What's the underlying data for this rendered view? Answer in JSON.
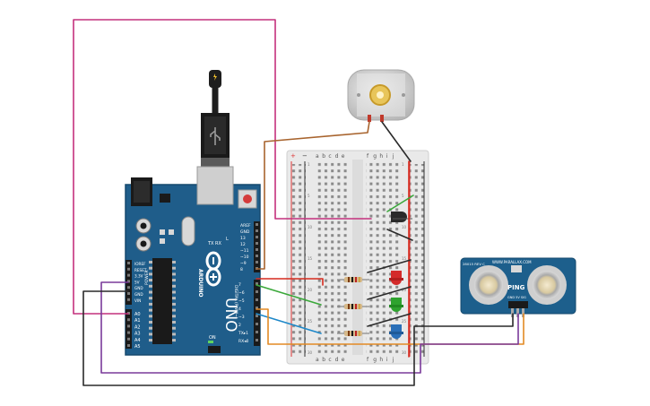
{
  "arduino": {
    "brand": "ARDUINO",
    "model": "UNO",
    "on_label": "ON",
    "tx_label": "TX",
    "rx_label": "RX",
    "l_label": "L",
    "digital_label": "DIGITAL (PWM~)",
    "power_label": "POWER",
    "analog_label": "ANALOG IN",
    "ioref": "IOREF",
    "reset": "RESET",
    "v33": "3.3V",
    "v5": "5V",
    "gnd1": "GND",
    "gnd2": "GND",
    "vin": "VIN",
    "analog_pins": [
      "A0",
      "A1",
      "A2",
      "A3",
      "A4",
      "A5"
    ],
    "top_pins": [
      "AREF",
      "GND",
      "13",
      "12",
      "~11",
      "~10",
      "~9",
      "8"
    ],
    "low_pins": [
      "7",
      "~6",
      "~5",
      "4",
      "~3",
      "2",
      "TX▸1",
      "RX◂0"
    ]
  },
  "breadboard": {
    "cols_left": [
      "a",
      "b",
      "c",
      "d",
      "e"
    ],
    "cols_right": [
      "f",
      "g",
      "h",
      "i",
      "j"
    ],
    "rail_plus": "+",
    "rail_minus": "−",
    "row_numbers": [
      "1",
      "5",
      "10",
      "15",
      "20",
      "25",
      "30"
    ]
  },
  "sensor": {
    "name": "PING",
    "website": "WWW.PARALLAX.COM",
    "pins_label": "GND 5V SIG",
    "part": "28015 REV C"
  },
  "colors": {
    "board": "#1f5d8a",
    "wire_pink": "#c4307d",
    "wire_brown": "#a8642e",
    "wire_red": "#d62a1e",
    "wire_green": "#3aa83a",
    "wire_blue": "#1e88c9",
    "wire_orange": "#e38a24",
    "wire_purple": "#7a3a9a",
    "wire_black": "#2a2a2a",
    "led_red": "#d42a2a",
    "led_green": "#2ea32e",
    "led_blue": "#2a6fb8",
    "sensor_board": "#1d5f8c"
  }
}
